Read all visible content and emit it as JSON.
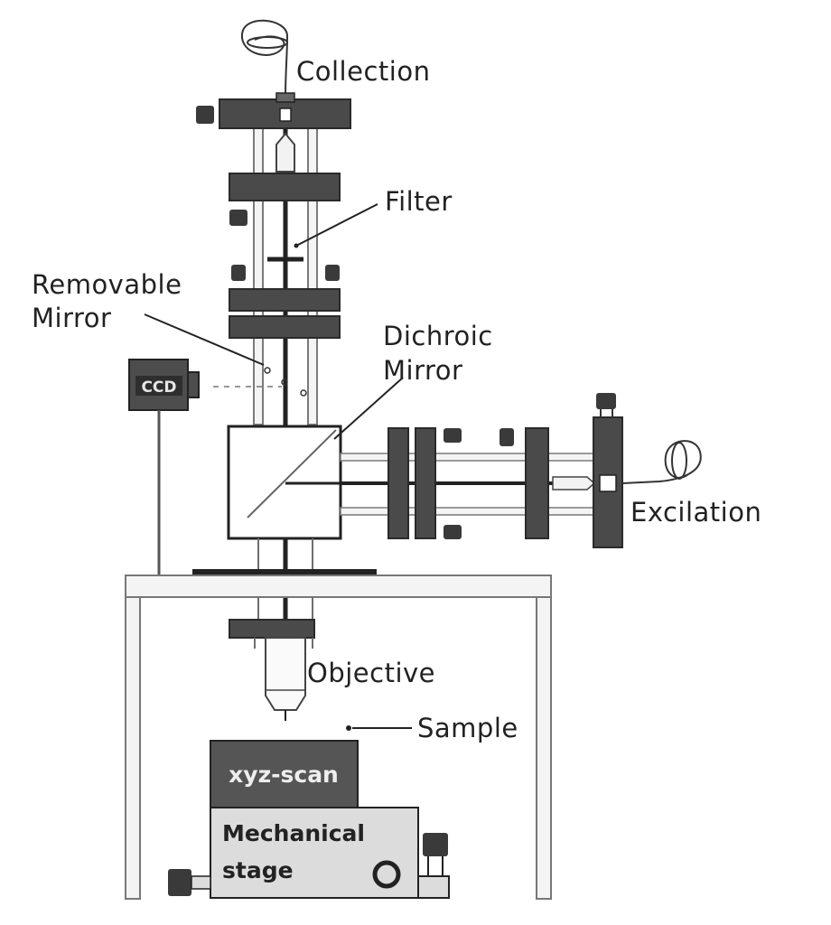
{
  "labels": {
    "collection": "Collection",
    "filter": "Filter",
    "removable_mirror_line1": "Removable",
    "removable_mirror_line2": "Mirror",
    "dichroic_mirror_line1": "Dichroic",
    "dichroic_mirror_line2": "Mirror",
    "excitation": "Excilation",
    "objective": "Objective",
    "sample": "Sample"
  },
  "boxes": {
    "ccd": "CCD",
    "xyz_scan": "xyz-scan",
    "mechanical_stage_line1": "Mechanical",
    "mechanical_stage_line2": "stage"
  },
  "colors": {
    "component_fill": "#4a4a4a",
    "outline": "#2a2a2a",
    "rail": "#6e6e6e",
    "stage_fill": "#dcdcdc",
    "scan_fill": "#555555",
    "ccd_fill": "#4d4d4d"
  }
}
